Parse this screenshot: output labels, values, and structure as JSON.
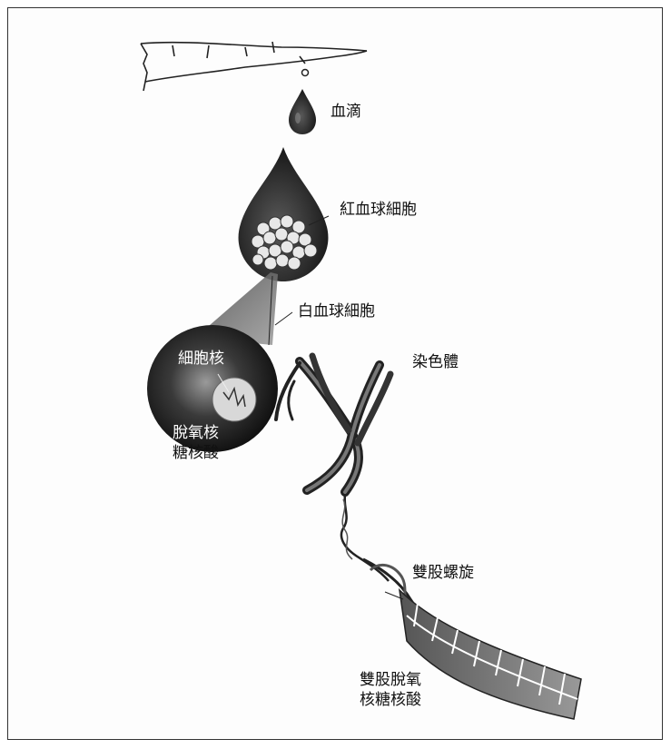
{
  "labels": {
    "blood_drop": "血滴",
    "red_blood_cells": "紅血球細胞",
    "white_blood_cell": "白血球細胞",
    "nucleus": "細胞核",
    "chromosome": "染色體",
    "dna_line1": "脫氧核",
    "dna_line2": "糖核酸",
    "double_helix": "雙股螺旋",
    "double_dna_line1": "雙股脫氧",
    "double_dna_line2": "核糖核酸"
  },
  "colors": {
    "drop_dark": "#1a1a1a",
    "cell_fill": "#e8e8e8",
    "frame": "#333333"
  }
}
